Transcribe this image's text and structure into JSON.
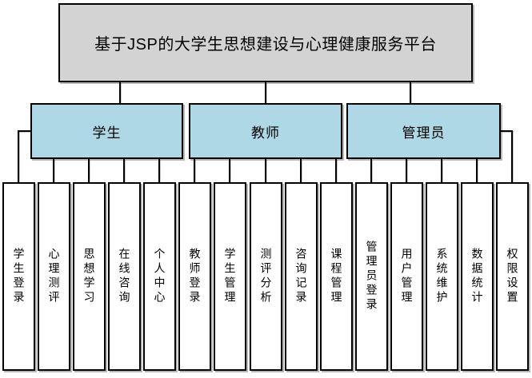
{
  "diagram": {
    "title": "基于JSP的大学生思想建设与心理健康服务平台",
    "colors": {
      "root_fill": "#d3d3d3",
      "branch_fill": "#aed8e6",
      "leaf_fill": "#ffffff",
      "border": "#000000",
      "background": "#ffffff"
    },
    "branches": [
      {
        "label": "学生",
        "leaves": [
          "学生登录",
          "心理测评",
          "思想学习",
          "在线咨询",
          "个人中心"
        ]
      },
      {
        "label": "教师",
        "leaves": [
          "教师登录",
          "学生管理",
          "测评分析",
          "咨询记录",
          "课程管理"
        ]
      },
      {
        "label": "管理员",
        "leaves": [
          "管理员登录",
          "用户管理",
          "系统维护",
          "数据统计",
          "权限设置"
        ]
      }
    ]
  }
}
